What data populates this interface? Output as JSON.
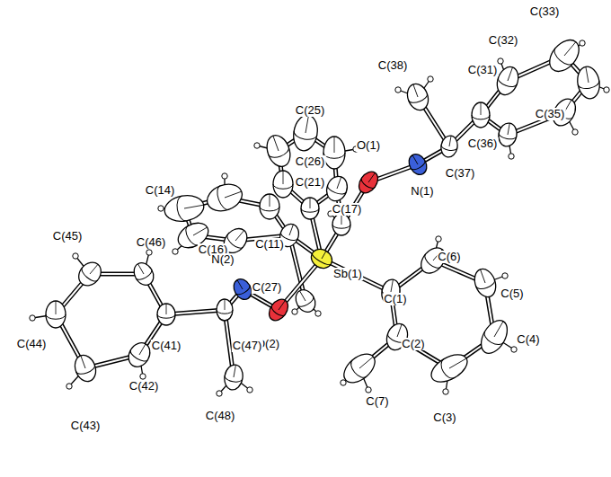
{
  "diagram": {
    "labels": [
      "C(33)",
      "C(32)",
      "C(38)",
      "C(31)",
      "C(25)",
      "C(35)",
      "O(1)",
      "C(36)",
      "C(26)",
      "C(37)",
      "C(14)",
      "C(21)",
      "N(1)",
      "C(17)",
      "C(16)",
      "C(11)",
      "Sb(1)",
      "C(27)",
      "N(2)",
      "C(1)",
      "C(6)",
      "C(5)",
      "C(45)",
      "C(46)",
      "O(2)",
      "C(4)",
      "C(44)",
      "C(41)",
      "C(47)",
      "C(2)",
      "C(7)",
      "C(3)",
      "C(42)",
      "C(43)",
      "C(48)"
    ]
  }
}
